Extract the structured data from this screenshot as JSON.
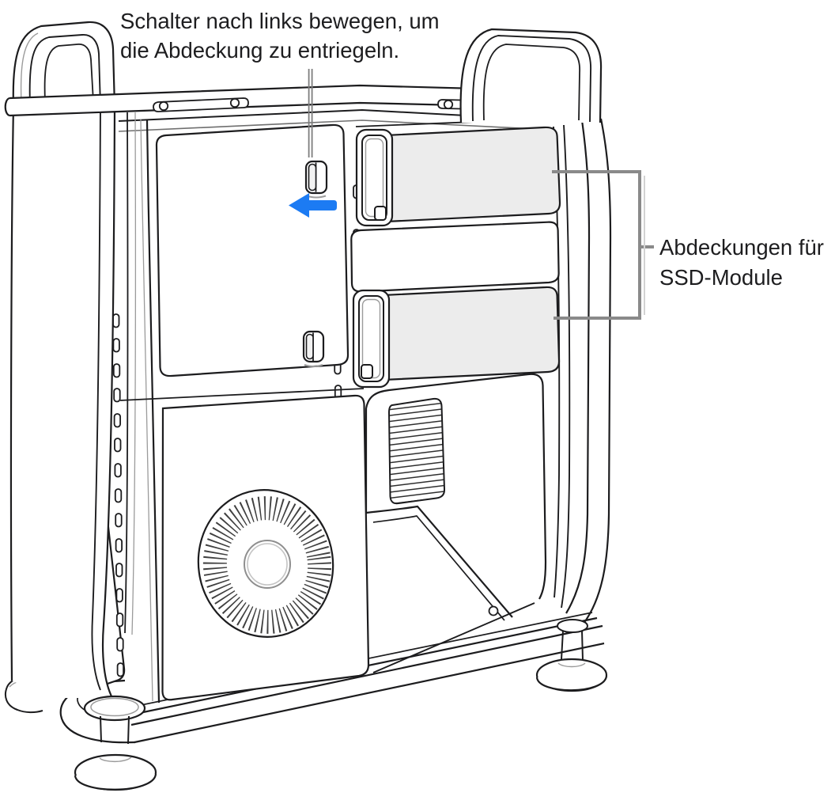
{
  "figure": {
    "kind": "technical-illustration",
    "subject": "Mac Pro side view, moving the lock switch to remove the SSD covers",
    "background_color": "#ffffff"
  },
  "callout_switch": {
    "line1": "Schalter nach links bewegen, um",
    "line2": "die Abdeckung zu entriegeln.",
    "leader_line_color": "#7d7d7d"
  },
  "label_ssd": {
    "line1": "Abdeckungen für",
    "line2": "SSD-Module",
    "bracket_color": "#8a8a8a"
  },
  "arrow": {
    "meaning": "move switch to the left",
    "direction": "left",
    "color": "#1c7bf3"
  },
  "colors": {
    "line_ink": "#1c1c1e",
    "light_line": "#9b9b9b",
    "ssd_cover_fill": "#ececec",
    "text_color": "#1d1d1f",
    "background": "#ffffff"
  },
  "illustration": {
    "device": "Mac Pro (line art)",
    "parts": [
      "top-handles",
      "top-rail",
      "screw-holes",
      "unlock-switch-top",
      "unlock-switch-bottom",
      "ssd-cover-top",
      "ssd-cover-middle",
      "ssd-cover-bottom",
      "ssd-cover-frames",
      "heatsink-fins",
      "io-slot-ticks",
      "side-door-panel",
      "fan",
      "vent-grille",
      "frame-tubes",
      "base-frame",
      "feet"
    ]
  }
}
